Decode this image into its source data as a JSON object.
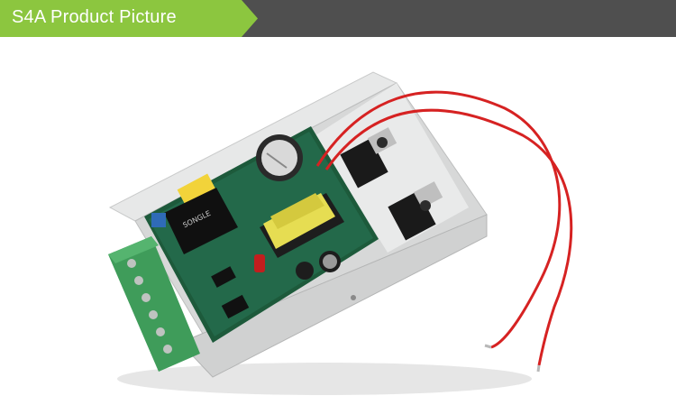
{
  "banner": {
    "title": "S4A Product Picture",
    "accent_color": "#8cc63f",
    "bar_color": "#4f4f4f"
  },
  "photo": {
    "subject": "power supply board",
    "relay_marking": "SONGLE"
  }
}
